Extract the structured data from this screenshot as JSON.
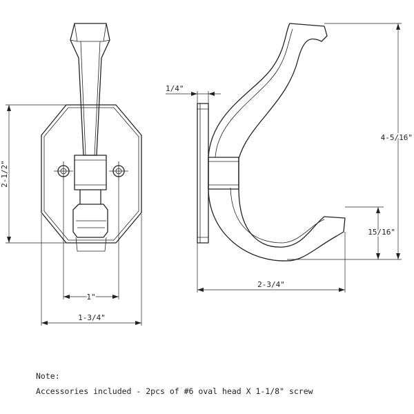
{
  "front_view": {
    "dims": {
      "height": "2-1/2\"",
      "screw_spacing": "1\"",
      "width": "1-3/4\""
    }
  },
  "side_view": {
    "dims": {
      "plate_thickness": "1/4\"",
      "total_height": "4-5/16\"",
      "lower_hook": "15/16\"",
      "projection": "2-3/4\""
    }
  },
  "notes": {
    "heading": "Note:",
    "text": "Accessories included - 2pcs of #6 oval head X 1-1/8\" screw"
  }
}
